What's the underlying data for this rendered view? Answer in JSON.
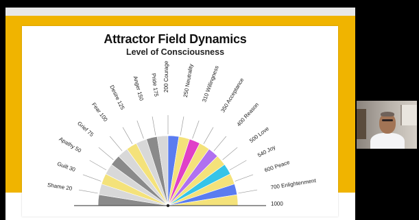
{
  "slide": {
    "title": "Attractor Field Dynamics",
    "subtitle": "Level of Consciousness"
  },
  "levels": [
    {
      "name": "Shame",
      "value": "20"
    },
    {
      "name": "Guilt",
      "value": "30"
    },
    {
      "name": "Apathy",
      "value": "50"
    },
    {
      "name": "Grief",
      "value": "75"
    },
    {
      "name": "Fear",
      "value": "100"
    },
    {
      "name": "Desire",
      "value": "125"
    },
    {
      "name": "Anger",
      "value": "150"
    },
    {
      "name": "Pride",
      "value": "175"
    },
    {
      "name": "Courage",
      "value": "200"
    },
    {
      "name": "Neutrality",
      "value": "250"
    },
    {
      "name": "Willingness",
      "value": "310"
    },
    {
      "name": "Acceptance",
      "value": "350"
    },
    {
      "name": "Reason",
      "value": "400"
    },
    {
      "name": "Love",
      "value": "500"
    },
    {
      "name": "Joy",
      "value": "540"
    },
    {
      "name": "Peace",
      "value": "600"
    },
    {
      "name": "Enlightenment",
      "value": "700"
    },
    {
      "name": "",
      "value": "1000"
    }
  ],
  "colors": {
    "slide_border": "#f0b400",
    "gray_dark": "#8a8a8a",
    "gray_light": "#d8d8d8",
    "yellow": "#f4e27a",
    "cyan": "#35c4e8",
    "blue": "#5a7cf0",
    "magenta": "#e040c8",
    "violet": "#b070f0"
  },
  "video_call": {
    "participant_icon": "participant-video-tile"
  }
}
